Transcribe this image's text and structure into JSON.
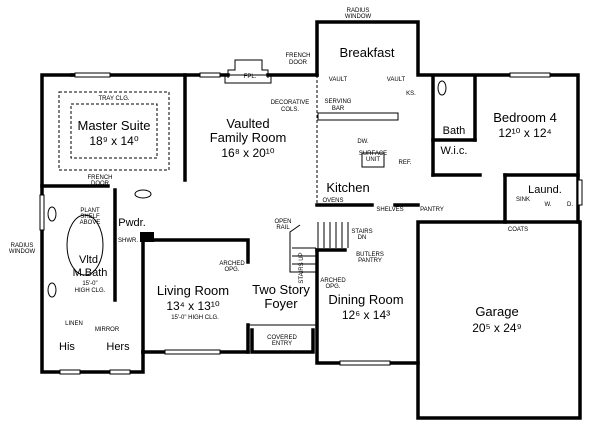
{
  "plan": {
    "rooms": {
      "master_suite": {
        "name": "Master Suite",
        "dims": "18⁹ x 14⁰"
      },
      "family_room": {
        "name_1": "Vaulted",
        "name_2": "Family Room",
        "dims": "16⁸ x 20¹⁰"
      },
      "breakfast": {
        "name": "Breakfast"
      },
      "bedroom4": {
        "name": "Bedroom 4",
        "dims": "12¹⁰ x 12⁴"
      },
      "bath": {
        "name": "Bath"
      },
      "wic": {
        "name": "W.i.c."
      },
      "kitchen": {
        "name": "Kitchen"
      },
      "laundry": {
        "name": "Laund."
      },
      "powder": {
        "name": "Pwdr."
      },
      "master_bath": {
        "name_1": "Vltd.",
        "name_2": "M.Bath",
        "note_1": "15'-0\"",
        "note_2": "HIGH CLG."
      },
      "his": {
        "name": "His"
      },
      "hers": {
        "name": "Hers"
      },
      "living_room": {
        "name": "Living Room",
        "dims": "13⁴ x 13¹⁰",
        "note": "15'-0\" HIGH CLG."
      },
      "foyer": {
        "name_1": "Two Story",
        "name_2": "Foyer"
      },
      "dining_room": {
        "name": "Dining Room",
        "dims": "12⁶ x 14³"
      },
      "garage": {
        "name": "Garage",
        "dims": "20⁵ x 24⁹"
      }
    },
    "notes": {
      "radius_window_top_1": "RADIUS",
      "radius_window_top_2": "WINDOW",
      "french_door_top_1": "FRENCH",
      "french_door_top_2": "DOOR",
      "fpl": "FPL.",
      "tray_clg": "TRAY CLG.",
      "vault_left": "VAULT",
      "vault_right": "VAULT",
      "ks": "KS.",
      "decorative_cols_1": "DECORATIVE",
      "decorative_cols_2": "COLS.",
      "serving_bar_1": "SERVING",
      "serving_bar_2": "BAR",
      "dw": "DW.",
      "surface_unit_1": "SURFACE",
      "surface_unit_2": "UNIT",
      "ref": "REF.",
      "french_door_ms_1": "FRENCH",
      "french_door_ms_2": "DOOR",
      "plant_shelf_1": "PLANT",
      "plant_shelf_2": "SHELF",
      "plant_shelf_3": "ABOVE",
      "radius_window_left_1": "RADIUS",
      "radius_window_left_2": "WINDOW",
      "shwr": "SHWR.",
      "linen": "LINEN",
      "mirror": "MIRROR",
      "open_rail_1": "OPEN",
      "open_rail_2": "RAIL",
      "ovens": "OVENS",
      "shelves": "SHELVES",
      "pantry": "PANTRY",
      "stairs_dn_1": "STAIRS",
      "stairs_dn_2": "DN",
      "stairs_up": "STAIRS UP",
      "butlers_pantry_1": "BUTLERS",
      "butlers_pantry_2": "PANTRY",
      "arched_opg_living_1": "ARCHED",
      "arched_opg_living_2": "OPG.",
      "arched_opg_dining_1": "ARCHED",
      "arched_opg_dining_2": "OPG.",
      "covered_entry_1": "COVERED",
      "covered_entry_2": "ENTRY",
      "coats": "COATS",
      "sink": "SINK",
      "washer": "W.",
      "dryer": "D."
    }
  }
}
